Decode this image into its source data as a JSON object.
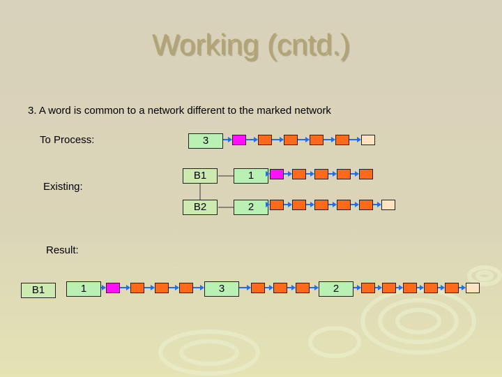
{
  "slide": {
    "title": "Working (cntd.)",
    "point": "3. A word is common to a network different to the marked network",
    "to_process_label": "To Process:",
    "existing_label": "Existing:",
    "result_label": "Result:"
  },
  "diagram": {
    "to_process": {
      "node": "3"
    },
    "existing": [
      {
        "label": "B1",
        "node": "1"
      },
      {
        "label": "B2",
        "node": "2"
      }
    ],
    "result": {
      "label": "B1",
      "nodes": [
        "1",
        "3",
        "2"
      ]
    }
  },
  "colors": {
    "pink": "#ff10ff",
    "orange": "#ff6a1a",
    "link_blue": "#1f6df5",
    "end_cream": "#fde3c0",
    "number_box": "#b9f0b4",
    "label_box": "#cdeab0"
  }
}
